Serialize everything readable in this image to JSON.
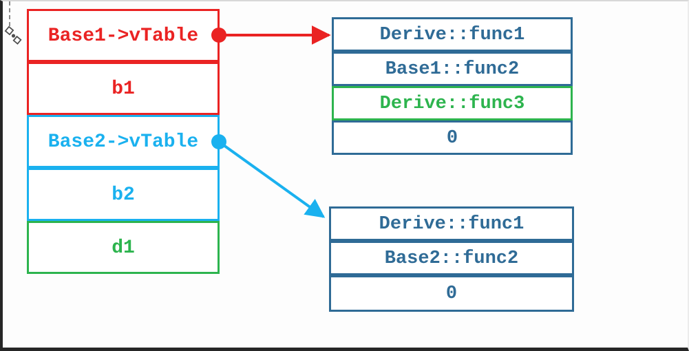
{
  "colors": {
    "red": "#ea2323",
    "cyan": "#1ab1ef",
    "cyan_border": "#3fc3f2",
    "green": "#2db44e",
    "steel": "#2f6b96",
    "page_border": "#262626",
    "top_border": "#d8d8d8",
    "right_border": "#ececec"
  },
  "icons": {
    "handle": "selection-handle-icon",
    "anchor_line": "dashed-anchor-line"
  },
  "object_memory": {
    "rows": [
      {
        "label": "Base1->vTable"
      },
      {
        "label": "b1"
      },
      {
        "label": "Base2->vTable"
      },
      {
        "label": "b2"
      },
      {
        "label": "d1"
      }
    ]
  },
  "vtable_base1": {
    "rows": [
      {
        "label": "Derive::func1"
      },
      {
        "label": "Base1::func2"
      },
      {
        "label": "Derive::func3"
      },
      {
        "label": "0"
      }
    ]
  },
  "vtable_base2": {
    "rows": [
      {
        "label": "Derive::func1"
      },
      {
        "label": "Base2::func2"
      },
      {
        "label": "0"
      }
    ]
  }
}
